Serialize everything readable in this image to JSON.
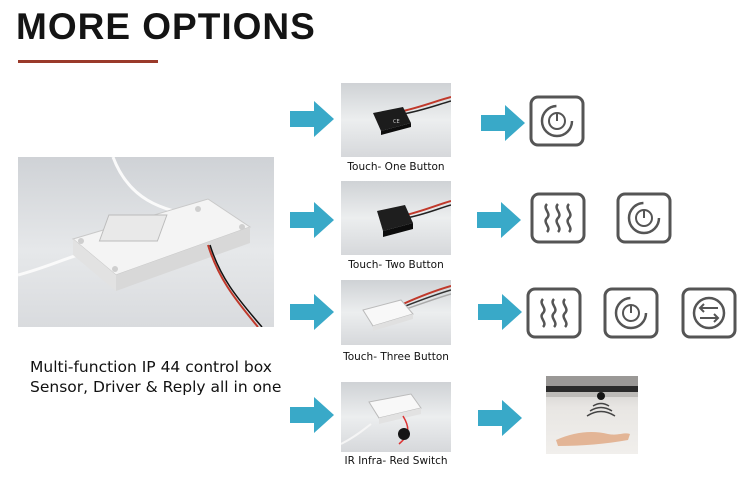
{
  "header": {
    "title": "MORE OPTIONS"
  },
  "main": {
    "caption_line1": "Multi-function IP 44 control box",
    "caption_line2": "Sensor, Driver & Reply all in one"
  },
  "options": [
    {
      "label": "Touch- One Button",
      "icons": [
        "power-icon"
      ]
    },
    {
      "label": "Touch- Two Button",
      "icons": [
        "heat-waves-icon",
        "power-icon"
      ]
    },
    {
      "label": "Touch- Three Button",
      "icons": [
        "heat-waves-icon",
        "power-icon",
        "swap-arrows-icon"
      ]
    },
    {
      "label": "IR Infra- Red Switch",
      "icons": [
        "hand-wave-sensor-icon"
      ]
    }
  ],
  "colors": {
    "accent_rule": "#9a3a2a",
    "arrow": "#39a9c8",
    "icon_stroke": "#555555"
  }
}
